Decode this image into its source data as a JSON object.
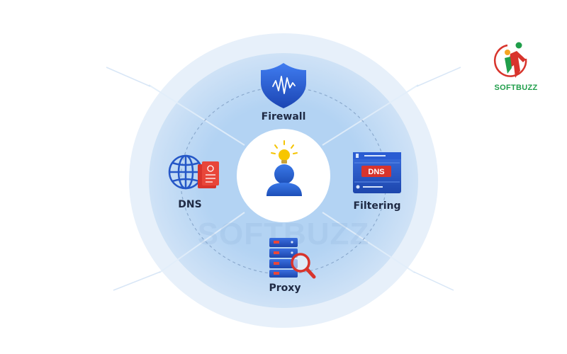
{
  "brand": {
    "name": "SOFTBUZZ",
    "watermark": "SOFTBUZZ",
    "primary_color": "#1f9e4a",
    "accent_color": "#d8342c"
  },
  "diagram": {
    "center": {
      "icon": "user-with-lightbulb-icon"
    },
    "nodes": [
      {
        "id": "firewall",
        "label": "Firewall",
        "icon": "shield-icon"
      },
      {
        "id": "filtering",
        "label": "Filtering",
        "icon": "dns-server-icon",
        "badge": "DNS"
      },
      {
        "id": "proxy",
        "label": "Proxy",
        "icon": "server-search-icon"
      },
      {
        "id": "dns",
        "label": "DNS",
        "icon": "globe-document-icon"
      }
    ]
  },
  "colors": {
    "ring_outer": "#e6f0fb",
    "ring_mid": "#b9d6f3",
    "ring_inner_fill": "#a9cdef",
    "center_fill": "#ffffff",
    "icon_blue": "#2557c7",
    "icon_red": "#d8342c",
    "bulb_yellow": "#f5c400"
  }
}
